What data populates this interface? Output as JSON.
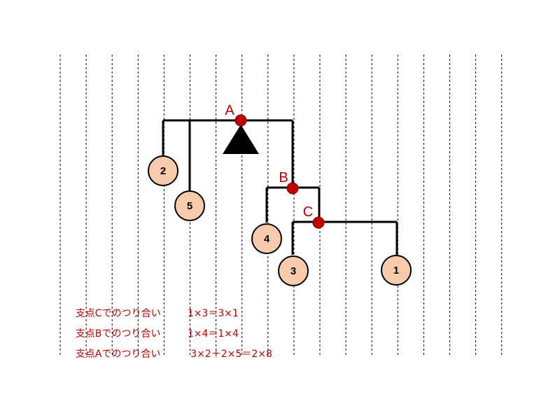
{
  "diagram": {
    "pivots": [
      {
        "id": "pivot-a",
        "label": "A"
      },
      {
        "id": "pivot-b",
        "label": "B"
      },
      {
        "id": "pivot-c",
        "label": "C"
      }
    ],
    "weights": [
      {
        "id": "weight-2",
        "label": "2"
      },
      {
        "id": "weight-5",
        "label": "5"
      },
      {
        "id": "weight-4",
        "label": "4"
      },
      {
        "id": "weight-3",
        "label": "3"
      },
      {
        "id": "weight-1",
        "label": "1"
      }
    ],
    "colors": {
      "line": "#000000",
      "pivot_fill": "#c00000",
      "pivot_stroke": "#7a0000",
      "weight_fill": "#f8cbad",
      "weight_stroke": "#000000",
      "text_red": "#c00000",
      "grid": "#000000"
    }
  },
  "equations": [
    {
      "pivot": "支点Cでのつり合い",
      "formula": "1×3＝3×1"
    },
    {
      "pivot": "支点Bでのつり合い",
      "formula": "1×4＝1×4"
    },
    {
      "pivot": "支点Aでのつり合い",
      "formula": " 3×2＋2×5＝2×8"
    }
  ]
}
